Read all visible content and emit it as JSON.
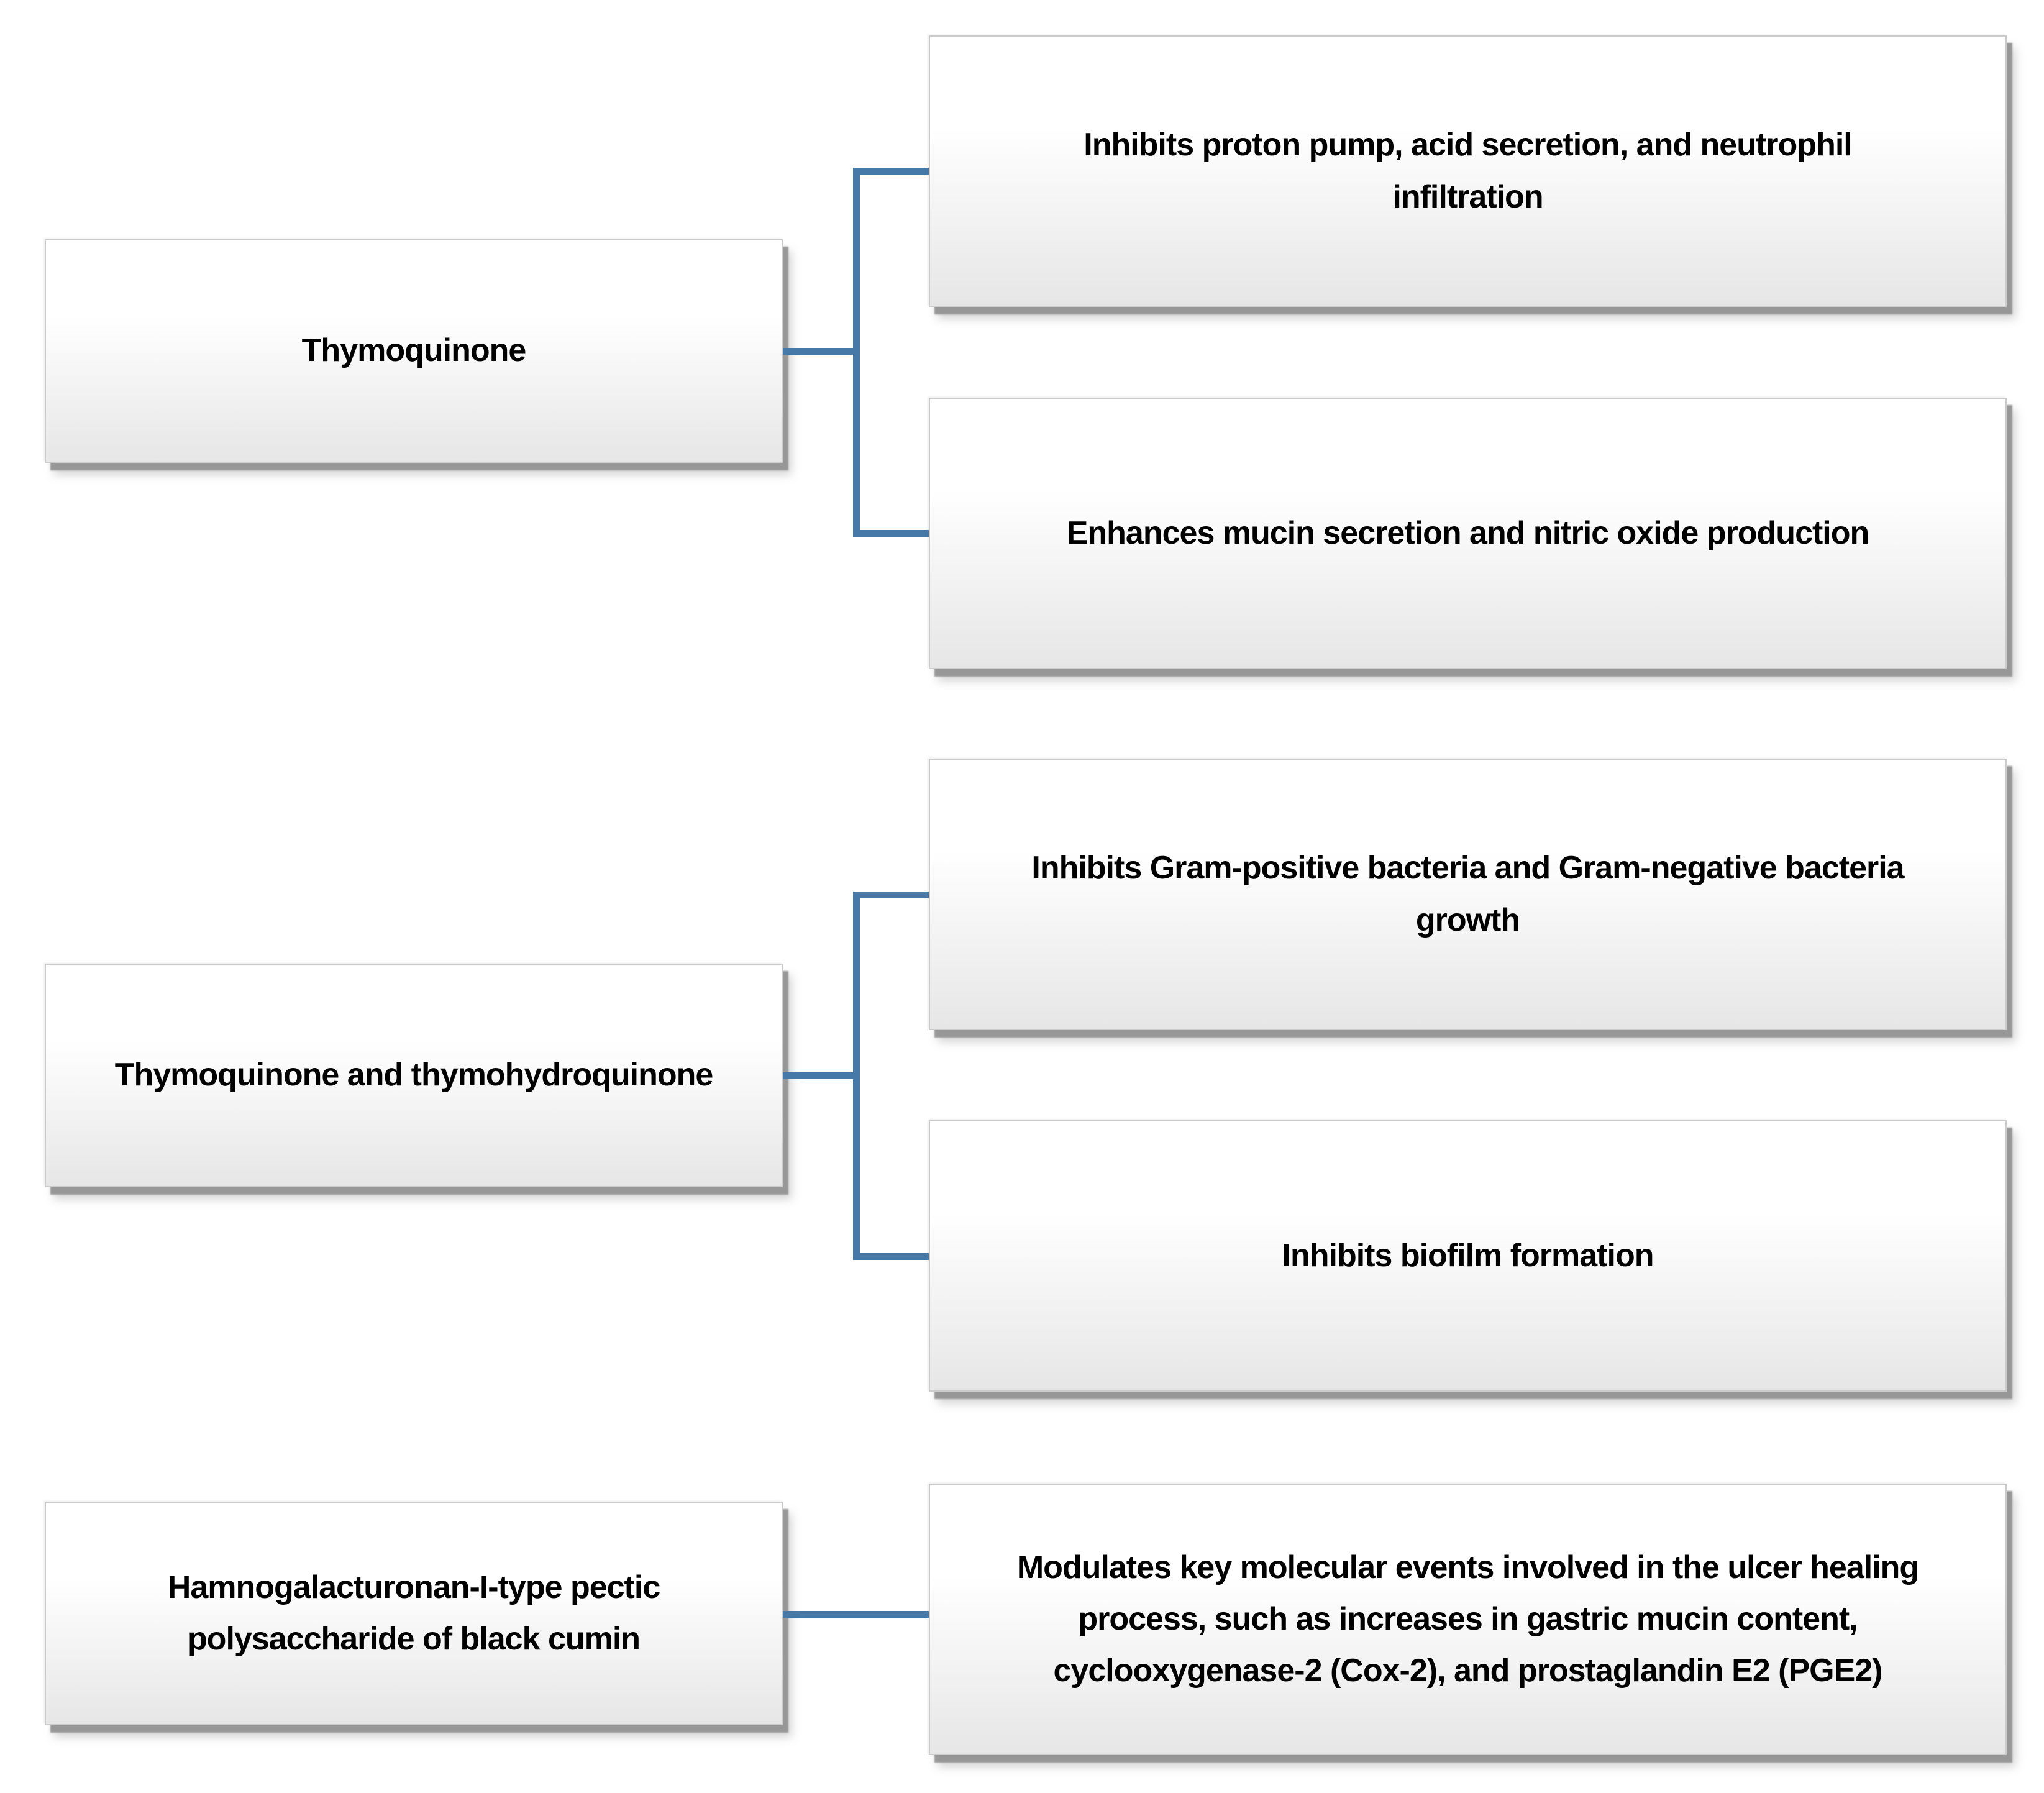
{
  "diagram": {
    "connector_color": "#4678A8",
    "rows": [
      {
        "parent": {
          "label": "Thymoquinone"
        },
        "children": [
          {
            "label": "Inhibits proton pump, acid secretion, and neutrophil\ninfiltration"
          },
          {
            "label": "Enhances mucin secretion and nitric oxide production"
          }
        ]
      },
      {
        "parent": {
          "label": "Thymoquinone and thymohydroquinone"
        },
        "children": [
          {
            "label": "Inhibits Gram-positive bacteria and Gram-negative bacteria\ngrowth"
          },
          {
            "label": "Inhibits biofilm formation"
          }
        ]
      },
      {
        "parent": {
          "label": "Hamnogalacturonan-I-type pectic\npolysaccharide of black cumin"
        },
        "children": [
          {
            "label": "Modulates key molecular events involved in the ulcer healing\nprocess, such as increases in gastric mucin content,\ncyclooxygenase-2 (Cox-2), and prostaglandin E2 (PGE2)"
          }
        ]
      }
    ]
  }
}
